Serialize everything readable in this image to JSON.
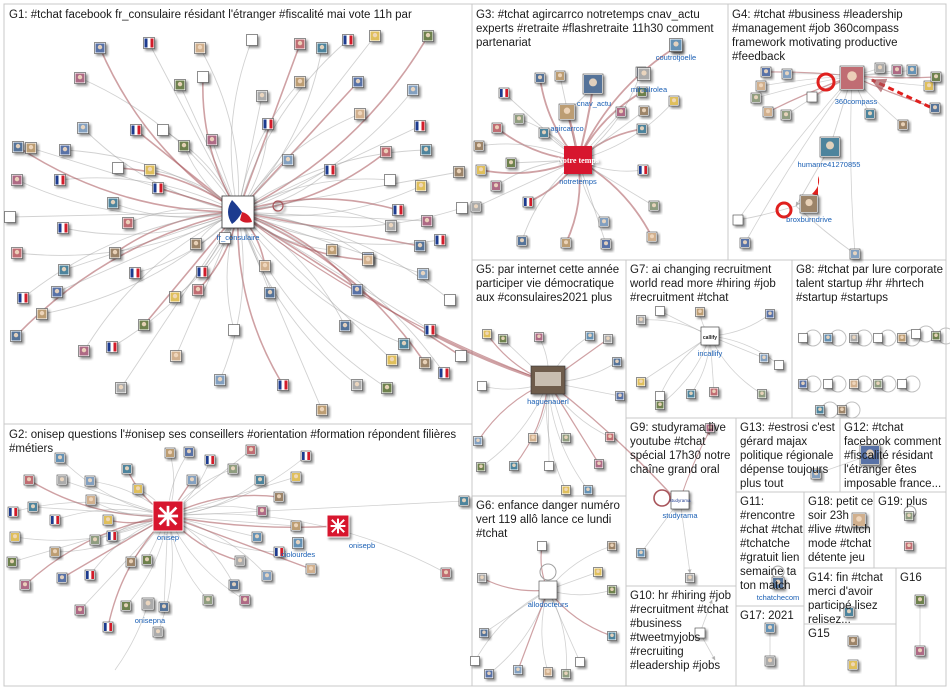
{
  "groups": [
    {
      "id": "G1",
      "label": "G1: #tchat facebook fr_consulaire résidant l'étranger #fiscalité mai vote 11h par"
    },
    {
      "id": "G2",
      "label": "G2: onisep questions l'#onisep ses conseillers #orientation #formation répondent filières #métiers"
    },
    {
      "id": "G3",
      "label": "G3: #tchat agircarrco notretemps cnav_actu experts #retraite #flashretraite 11h30 comment partenariat"
    },
    {
      "id": "G4",
      "label": "G4: #tchat #business #leadership #management #job 360compass framework motivating productive #feedback"
    },
    {
      "id": "G5",
      "label": "G5: par internet cette année participer vie démocratique aux #consulaires2021 plus"
    },
    {
      "id": "G6",
      "label": "G6: enfance danger numéro vert 119 allô lance ce lundi #tchat"
    },
    {
      "id": "G7",
      "label": "G7: ai changing recruitment world read more #hiring #job #recruitment #tchat"
    },
    {
      "id": "G8",
      "label": "G8: #tchat par lure corporate talent startup #hr #hrtech #startup #startups"
    },
    {
      "id": "G9",
      "label": "G9: studyrama live youtube #tchat spécial 17h30 notre chaîne grand oral"
    },
    {
      "id": "G10",
      "label": "G10: hr #hiring #job #recruitment #tchat #business #tweetmyjobs #recruiting #leadership #jobs"
    },
    {
      "id": "G11",
      "label": "G11: #rencontre #chat #tchat #tchatche #gratuit lien semaine ta ton match"
    },
    {
      "id": "G12",
      "label": "G12: #tchat facebook comment #fiscalité résidant l'étranger êtes imposable france..."
    },
    {
      "id": "G13",
      "label": "G13: #estrosi c'est gérard majax politique régionale dépense toujours plus tout"
    },
    {
      "id": "G14",
      "label": "G14: fin #tchat merci d'avoir participé lisez relisez..."
    },
    {
      "id": "G15",
      "label": "G15"
    },
    {
      "id": "G16",
      "label": "G16"
    },
    {
      "id": "G17",
      "label": "G17: 2021"
    },
    {
      "id": "G18",
      "label": "G18: petit ce soir 23h #live #twitch mode #tchat détente jeu"
    },
    {
      "id": "G19",
      "label": "G19: plus"
    }
  ],
  "nodes": {
    "fr_consulaire": "fr_consulaire",
    "onisep": "onisep",
    "onisepb": "onisepb",
    "ciolourdes": "ciolourdes",
    "onisepna": "onisepna",
    "agircarrco": "agircarrco",
    "notretemps": "notretemps",
    "cnav_actu": "cnav_actu",
    "mihailrolea": "mihailrolea",
    "coutrotjoelle": "coutrotjoelle",
    "compass": "360compass",
    "humanre": "humanre41270855",
    "broxburndrive": "broxburndrive",
    "haguenauerl": "haguenauerl",
    "incallify": "incallify",
    "studyrama": "studyrama",
    "allodocteurs": "allodocteurs",
    "tchatchecom": "tchatchecom",
    "logo_notretemps": "Notre temps",
    "logo_incallify": "callify",
    "logo_studyrama": "studyrama"
  },
  "colors": {
    "edge_strong": "#a8545a",
    "edge_light": "#9a9a9a",
    "box_border": "#c8c8c8",
    "node_label": "#1a5fb4",
    "onisep_red": "#d7172f",
    "notretemps_red": "#d7172f",
    "compass_red": "#e0201e"
  }
}
